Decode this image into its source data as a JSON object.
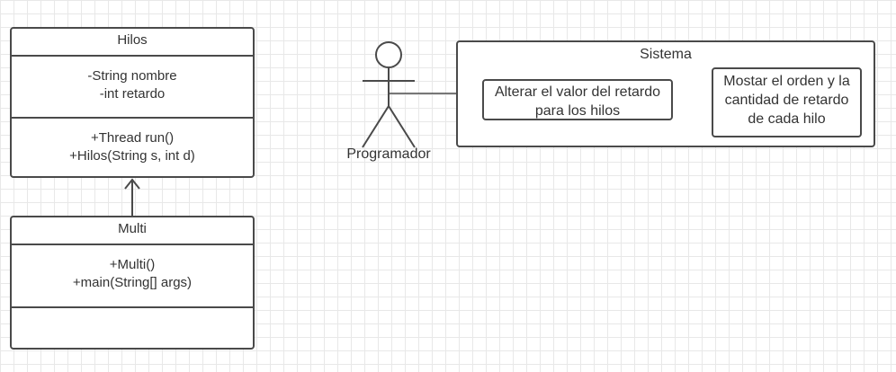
{
  "hilos_class": {
    "name": "Hilos",
    "attributes": [
      "-String nombre",
      "-int retardo"
    ],
    "methods": [
      "+Thread run()",
      "+Hilos(String s, int d)"
    ]
  },
  "multi_class": {
    "name": "Multi",
    "methods": [
      "+Multi()",
      "+main(String[] args)"
    ]
  },
  "actor": {
    "label": "Programador"
  },
  "system": {
    "title": "Sistema",
    "use_case_1": [
      "Alterar el valor del retardo",
      "para los hilos"
    ],
    "use_case_2": [
      "Mostar el orden y la",
      "cantidad de retardo",
      "de cada hilo"
    ]
  }
}
